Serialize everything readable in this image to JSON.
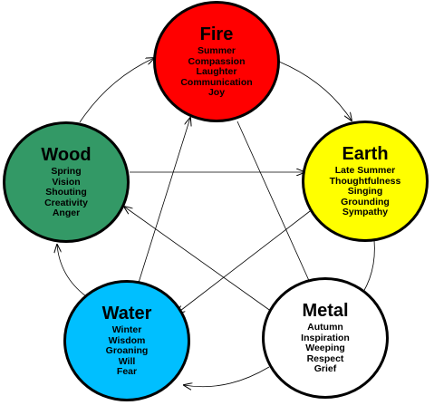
{
  "elements": [
    {
      "name": "Fire",
      "color": "#ff0000",
      "attributes": [
        "Summer",
        "Compassion",
        "Laughter",
        "Communication",
        "Joy"
      ]
    },
    {
      "name": "Earth",
      "color": "#ffff00",
      "attributes": [
        "Late Summer",
        "Thoughtfulness",
        "Singing",
        "Grounding",
        "Sympathy"
      ]
    },
    {
      "name": "Metal",
      "color": "#ffffff",
      "attributes": [
        "Autumn",
        "Inspiration",
        "Weeping",
        "Respect",
        "Grief"
      ]
    },
    {
      "name": "Water",
      "color": "#00bfff",
      "attributes": [
        "Winter",
        "Wisdom",
        "Groaning",
        "Will",
        "Fear"
      ]
    },
    {
      "name": "Wood",
      "color": "#339966",
      "attributes": [
        "Spring",
        "Vision",
        "Shouting",
        "Creativity",
        "Anger"
      ]
    }
  ],
  "generating_cycle": [
    [
      "Fire",
      "Earth"
    ],
    [
      "Earth",
      "Metal"
    ],
    [
      "Metal",
      "Water"
    ],
    [
      "Water",
      "Wood"
    ],
    [
      "Wood",
      "Fire"
    ]
  ],
  "controlling_cycle": [
    [
      "Fire",
      "Metal"
    ],
    [
      "Metal",
      "Wood"
    ],
    [
      "Wood",
      "Earth"
    ],
    [
      "Earth",
      "Water"
    ],
    [
      "Water",
      "Fire"
    ]
  ]
}
